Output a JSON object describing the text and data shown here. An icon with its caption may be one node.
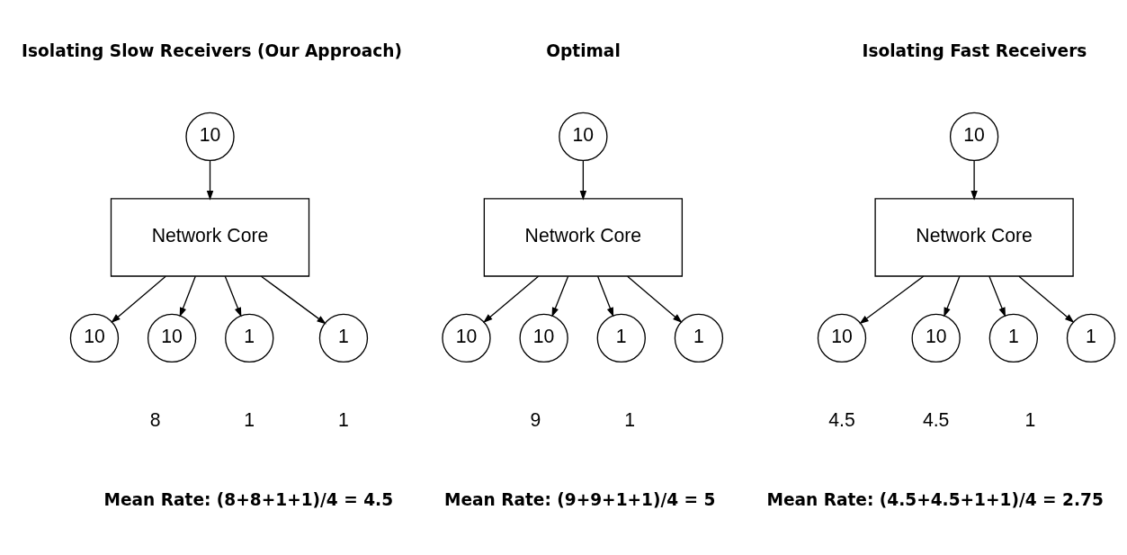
{
  "diagram": {
    "nodes": [
      {
        "text": [
          "10"
        ]
      },
      {
        "text": [
          "Network Core"
        ]
      },
      {
        "text": [
          "10"
        ]
      },
      {
        "text": [
          "10"
        ]
      },
      {
        "text": [
          "1"
        ]
      },
      {
        "text": [
          "1"
        ]
      },
      {
        "text": [
          "10"
        ]
      },
      {
        "text": [
          "Network Core"
        ]
      },
      {
        "text": [
          "10"
        ]
      },
      {
        "text": [
          "10"
        ]
      },
      {
        "text": [
          "1"
        ]
      },
      {
        "text": [
          "1"
        ]
      },
      {
        "text": [
          "10"
        ]
      },
      {
        "text": [
          "Network Core"
        ]
      },
      {
        "text": [
          "10"
        ]
      },
      {
        "text": [
          "10"
        ]
      },
      {
        "text": [
          "1"
        ]
      },
      {
        "text": [
          "1"
        ]
      }
    ],
    "edges": [
      {
        "from": 0,
        "to": 1,
        "arrow": "to"
      },
      {
        "from": 1,
        "to": 2,
        "arrow": "to"
      },
      {
        "from": 1,
        "to": 3,
        "arrow": "to"
      },
      {
        "from": 1,
        "to": 4,
        "arrow": "to"
      },
      {
        "from": 1,
        "to": 5,
        "arrow": "to"
      },
      {
        "from": 6,
        "to": 7,
        "arrow": "to"
      },
      {
        "from": 7,
        "to": 8,
        "arrow": "to"
      },
      {
        "from": 7,
        "to": 9,
        "arrow": "to"
      },
      {
        "from": 7,
        "to": 10,
        "arrow": "to"
      },
      {
        "from": 7,
        "to": 11,
        "arrow": "to"
      },
      {
        "from": 12,
        "to": 13,
        "arrow": "to"
      },
      {
        "from": 13,
        "to": 14,
        "arrow": "to"
      },
      {
        "from": 13,
        "to": 15,
        "arrow": "to"
      },
      {
        "from": 13,
        "to": 16,
        "arrow": "to"
      },
      {
        "from": 13,
        "to": 17,
        "arrow": "to"
      }
    ],
    "labels": [
      "Isolating Slow Receivers (Our Approach)",
      "Optimal",
      "Isolating Fast Receivers",
      "8",
      "1",
      "1",
      "9",
      "1",
      "4.5",
      "4.5",
      "1",
      "Mean Rate: (8+8+1+1)/4 = 4.5",
      "Mean Rate: (9+9+1+1)/4 = 5",
      "Mean Rate: (4.5+4.5+1+1)/4 = 2.75"
    ]
  }
}
